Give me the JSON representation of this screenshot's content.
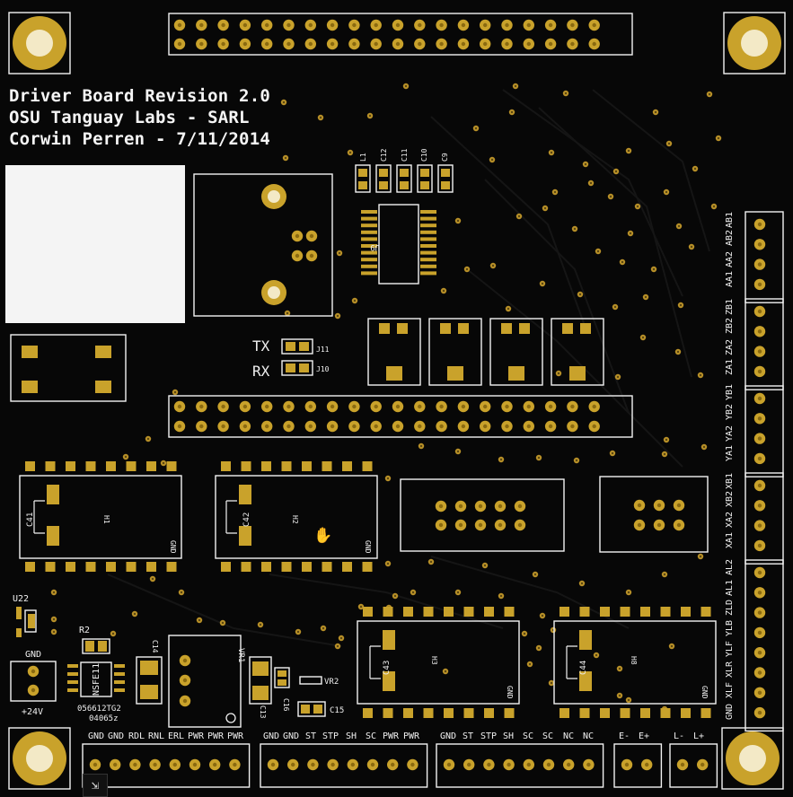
{
  "board": {
    "title_lines": [
      "Driver Board Revision 2.0",
      "OSU Tanguay Labs - SARL",
      "Corwin Perren - 7/11/2014"
    ],
    "tx_label": "TX",
    "rx_label": "RX",
    "j11": "J11",
    "j10": "J10",
    "u22": "U22",
    "u9": "U9",
    "r2": "R2",
    "vr1": "VR1",
    "vr2": "VR2",
    "chip_marking_line1": "056612TG2",
    "chip_marking_line2": "04065z",
    "chip_code": "NSFE11",
    "plus24v": "+24V",
    "gnd": "GND"
  },
  "caps_top": [
    "L1",
    "C12",
    "C11",
    "C10",
    "C9"
  ],
  "driver_labels": {
    "c41": "C41",
    "c42": "C42",
    "c43": "C43",
    "c44": "C44",
    "h1": "H1",
    "h2": "H2",
    "h3": "H3",
    "h8": "H8",
    "gnd": "GND"
  },
  "small_caps": {
    "c14": "C14",
    "c13": "C13",
    "c16": "C16",
    "c15": "C15"
  },
  "bottom_headers": [
    [
      "GND",
      "GND",
      "RDL",
      "RNL",
      "ERL",
      "PWR",
      "PWR",
      "PWR"
    ],
    [
      "GND",
      "GND",
      "ST",
      "STP",
      "SH",
      "SC",
      "PWR",
      "PWR"
    ],
    [
      "GND",
      "ST",
      "STP",
      "SH",
      "SC",
      "SC",
      "NC",
      "NC"
    ],
    [
      "E-",
      "E+"
    ],
    [
      "L-",
      "L+"
    ]
  ],
  "right_headers": [
    [
      "AA1",
      "AA2",
      "AB2",
      "AB1"
    ],
    [
      "ZA1",
      "ZA2",
      "ZB2",
      "ZB1"
    ],
    [
      "YA1",
      "YA2",
      "YB2",
      "YB1"
    ],
    [
      "XA1",
      "XA2",
      "XB2",
      "XB1"
    ],
    [
      "GND",
      "XLF",
      "XLR",
      "YLF",
      "YLB",
      "ZLD",
      "AL1",
      "AL2"
    ]
  ],
  "colors": {
    "board": "#070707",
    "silk": "#f2f2f2",
    "gold": "#c9a22b",
    "hole": "#8a6a10"
  },
  "icons": [
    "fullscreen-icon",
    "hand-cursor-icon"
  ]
}
